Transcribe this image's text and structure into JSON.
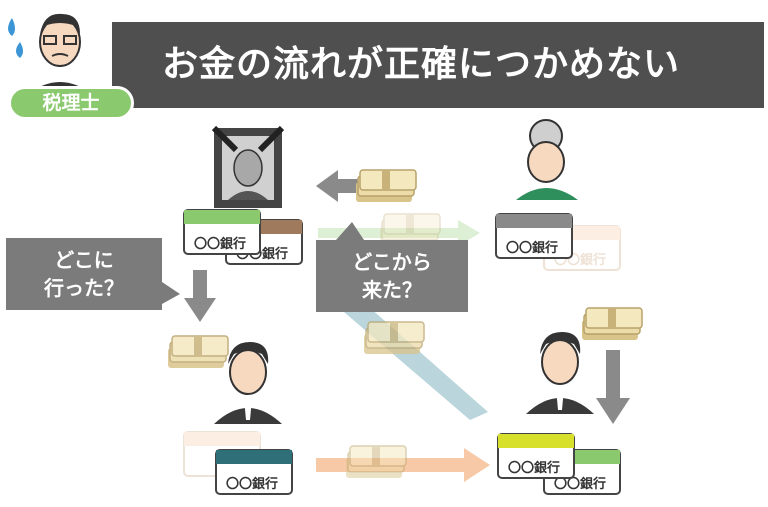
{
  "header": {
    "title": "お金の流れが正確につかめない",
    "badge": "税理士"
  },
  "bubbles": {
    "where_went": [
      "どこに",
      "行った？"
    ],
    "where_from": [
      "どこから",
      "来た？"
    ]
  },
  "bank_label": "〇〇銀行",
  "colors": {
    "banner": "#4f4f4f",
    "badge": "#8bc96f",
    "bubble": "#7b7b7b",
    "arrow_gray": "#8a8a8a",
    "arrow_peach": "#f7c9a6",
    "card_green": "#8bc96f",
    "card_brown": "#a07a5c",
    "card_teal": "#2f6f78",
    "card_yellow": "#d7e02b",
    "card_gray": "#8a8a8a",
    "money": "#e8d9a8"
  }
}
